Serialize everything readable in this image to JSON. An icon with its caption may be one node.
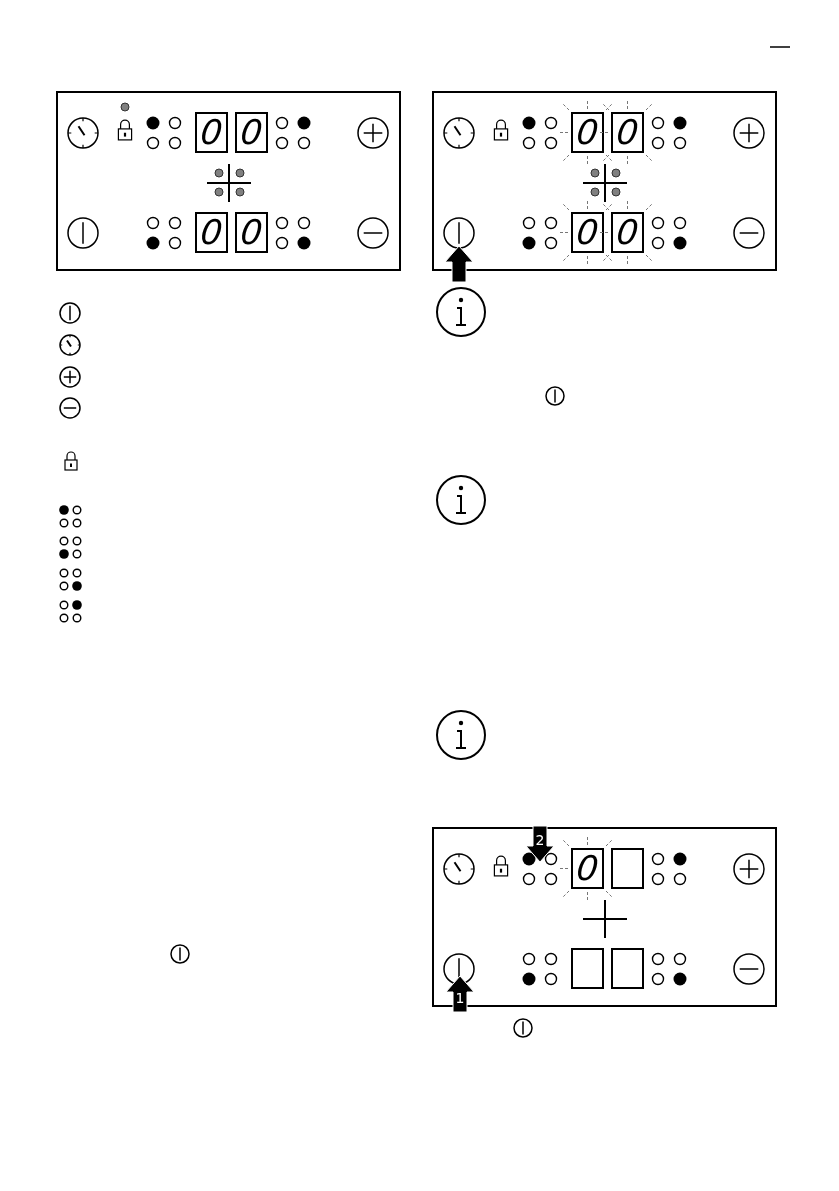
{
  "diagram": {
    "labels": [
      "0",
      "0",
      "0",
      "0",
      "0",
      "0",
      "0",
      "0",
      "2",
      "0",
      "1"
    ]
  }
}
